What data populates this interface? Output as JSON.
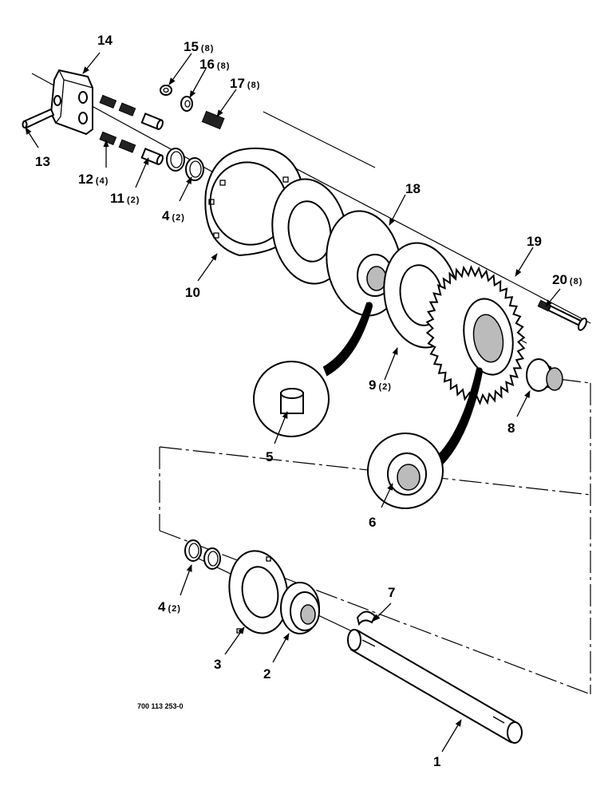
{
  "drawing_number": "700 113 253-0",
  "callouts": [
    {
      "id": "c1",
      "num": "1",
      "qty": ""
    },
    {
      "id": "c2",
      "num": "2",
      "qty": ""
    },
    {
      "id": "c3",
      "num": "3",
      "qty": ""
    },
    {
      "id": "c4a",
      "num": "4",
      "qty": "(2)"
    },
    {
      "id": "c4b",
      "num": "4",
      "qty": "(2)"
    },
    {
      "id": "c5",
      "num": "5",
      "qty": ""
    },
    {
      "id": "c6",
      "num": "6",
      "qty": ""
    },
    {
      "id": "c7",
      "num": "7",
      "qty": ""
    },
    {
      "id": "c8",
      "num": "8",
      "qty": ""
    },
    {
      "id": "c9",
      "num": "9",
      "qty": "(2)"
    },
    {
      "id": "c10",
      "num": "10",
      "qty": ""
    },
    {
      "id": "c11",
      "num": "11",
      "qty": "(2)"
    },
    {
      "id": "c12",
      "num": "12",
      "qty": "(4)"
    },
    {
      "id": "c13",
      "num": "13",
      "qty": ""
    },
    {
      "id": "c14",
      "num": "14",
      "qty": ""
    },
    {
      "id": "c15",
      "num": "15",
      "qty": "(8)"
    },
    {
      "id": "c16",
      "num": "16",
      "qty": "(8)"
    },
    {
      "id": "c17",
      "num": "17",
      "qty": "(8)"
    },
    {
      "id": "c18",
      "num": "18",
      "qty": ""
    },
    {
      "id": "c19",
      "num": "19",
      "qty": ""
    },
    {
      "id": "c20",
      "num": "20",
      "qty": "(8)"
    }
  ]
}
